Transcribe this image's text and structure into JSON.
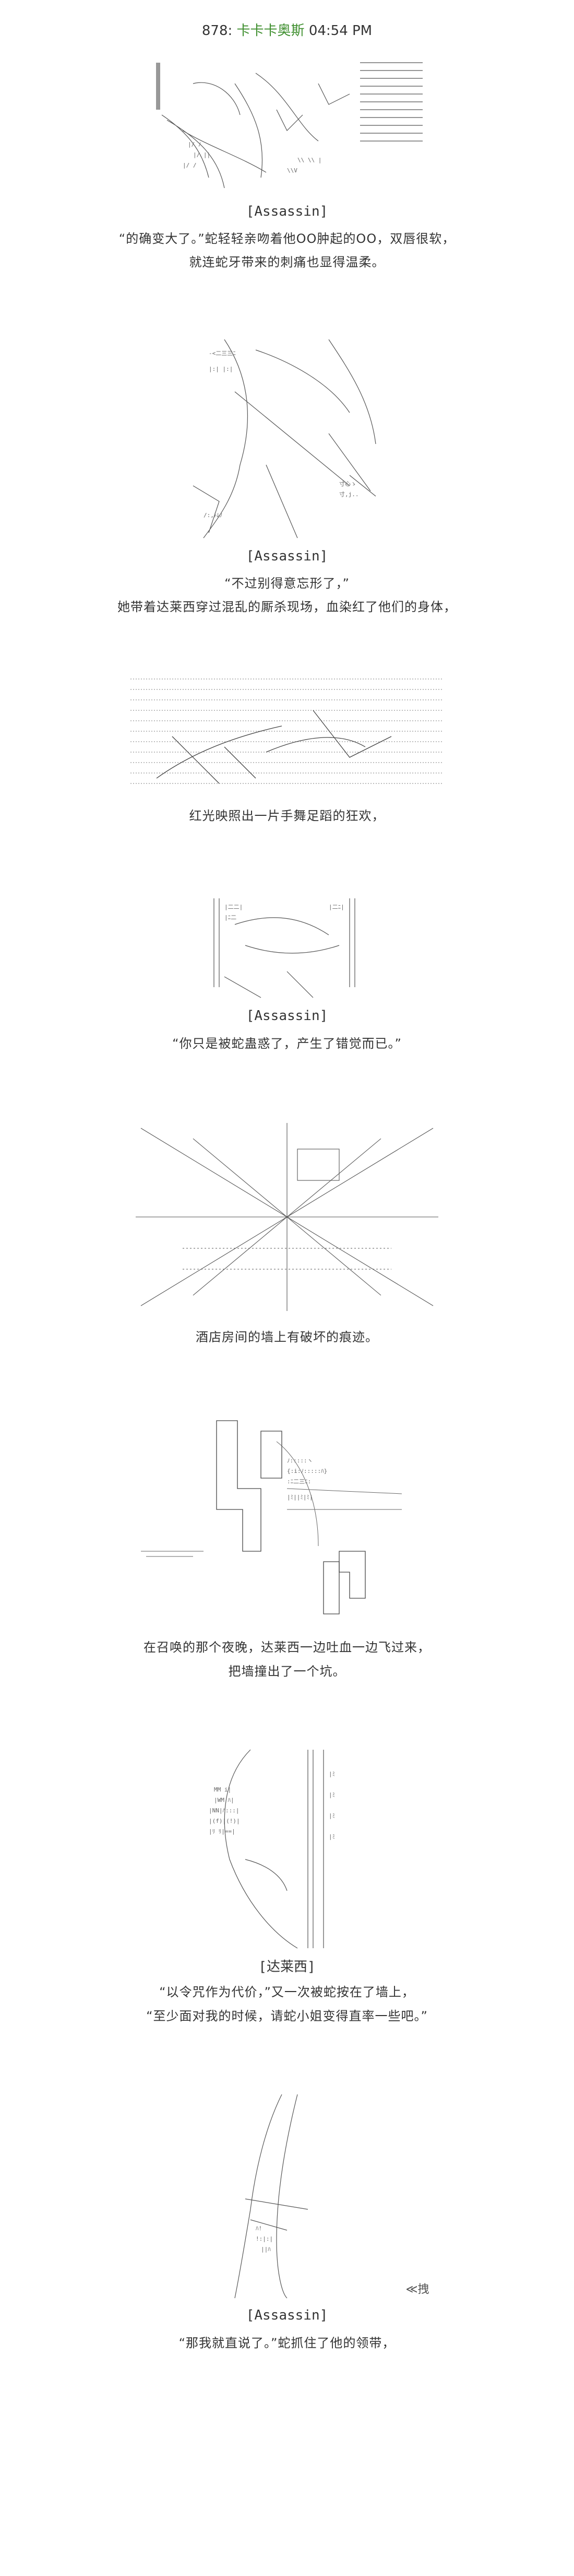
{
  "header": {
    "number": "878",
    "separator": ":",
    "name": "卡卡卡奥斯",
    "time": "04:54 PM"
  },
  "panels": [
    {
      "speaker": "[Assassin]",
      "lines": [
        "“的确变大了。”蛇轻轻亲吻着他OO肿起的OO，双唇很软，",
        "就连蛇牙带来的刺痛也显得温柔。"
      ]
    },
    {
      "speaker": "[Assassin]",
      "lines": [
        "“不过别得意忘形了，”",
        "她带着达莱西穿过混乱的厮杀现场，血染红了他们的身体，"
      ]
    },
    {
      "speaker": "",
      "lines": [
        "红光映照出一片手舞足蹈的狂欢，"
      ]
    },
    {
      "speaker": "[Assassin]",
      "lines": [
        "“你只是被蛇蛊惑了，产生了错觉而已。”"
      ]
    },
    {
      "speaker": "",
      "lines": [
        "酒店房间的墙上有破坏的痕迹。"
      ]
    },
    {
      "speaker": "",
      "lines": [
        "在召唤的那个夜晚，达莱西一边吐血一边飞过来，",
        "把墙撞出了一个坑。"
      ]
    },
    {
      "speaker": "[达莱西]",
      "lines": [
        "“以令咒作为代价，”又一次被蛇按在了墙上，",
        "“至少面对我的时候，请蛇小姐变得直率一些吧。”"
      ]
    },
    {
      "speaker": "[Assassin]",
      "lines": [
        "“那我就直说了。”蛇抓住了他的领带，"
      ]
    }
  ],
  "art_labels": {
    "panel8_caption": "≪拽"
  }
}
